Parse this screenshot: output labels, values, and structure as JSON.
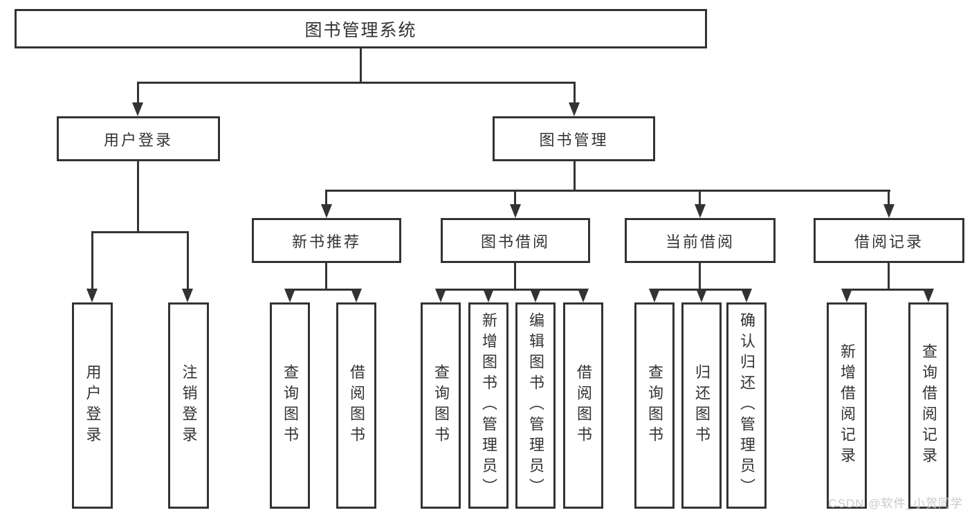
{
  "diagram": {
    "root": {
      "label": "图书管理系统"
    },
    "branches": [
      {
        "label": "用户登录",
        "leaves": [
          {
            "label": "用户登录"
          },
          {
            "label": "注销登录"
          }
        ]
      },
      {
        "label": "图书管理",
        "groups": [
          {
            "label": "新书推荐",
            "leaves": [
              {
                "label": "查询图书"
              },
              {
                "label": "借阅图书"
              }
            ]
          },
          {
            "label": "图书借阅",
            "leaves": [
              {
                "label": "查询图书"
              },
              {
                "label": "新增图书（管理员）"
              },
              {
                "label": "编辑图书（管理员）"
              },
              {
                "label": "借阅图书"
              }
            ]
          },
          {
            "label": "当前借阅",
            "leaves": [
              {
                "label": "查询图书"
              },
              {
                "label": "归还图书"
              },
              {
                "label": "确认归还（管理员）"
              }
            ]
          },
          {
            "label": "借阅记录",
            "leaves": [
              {
                "label": "新增借阅记录"
              },
              {
                "label": "查询借阅记录"
              }
            ]
          }
        ]
      }
    ]
  },
  "watermark": {
    "text": "CSDN @软件_小贺同学"
  },
  "colors": {
    "line": "#333333",
    "text": "#333333",
    "watermark": "#c9c9c9",
    "background": "#ffffff"
  }
}
